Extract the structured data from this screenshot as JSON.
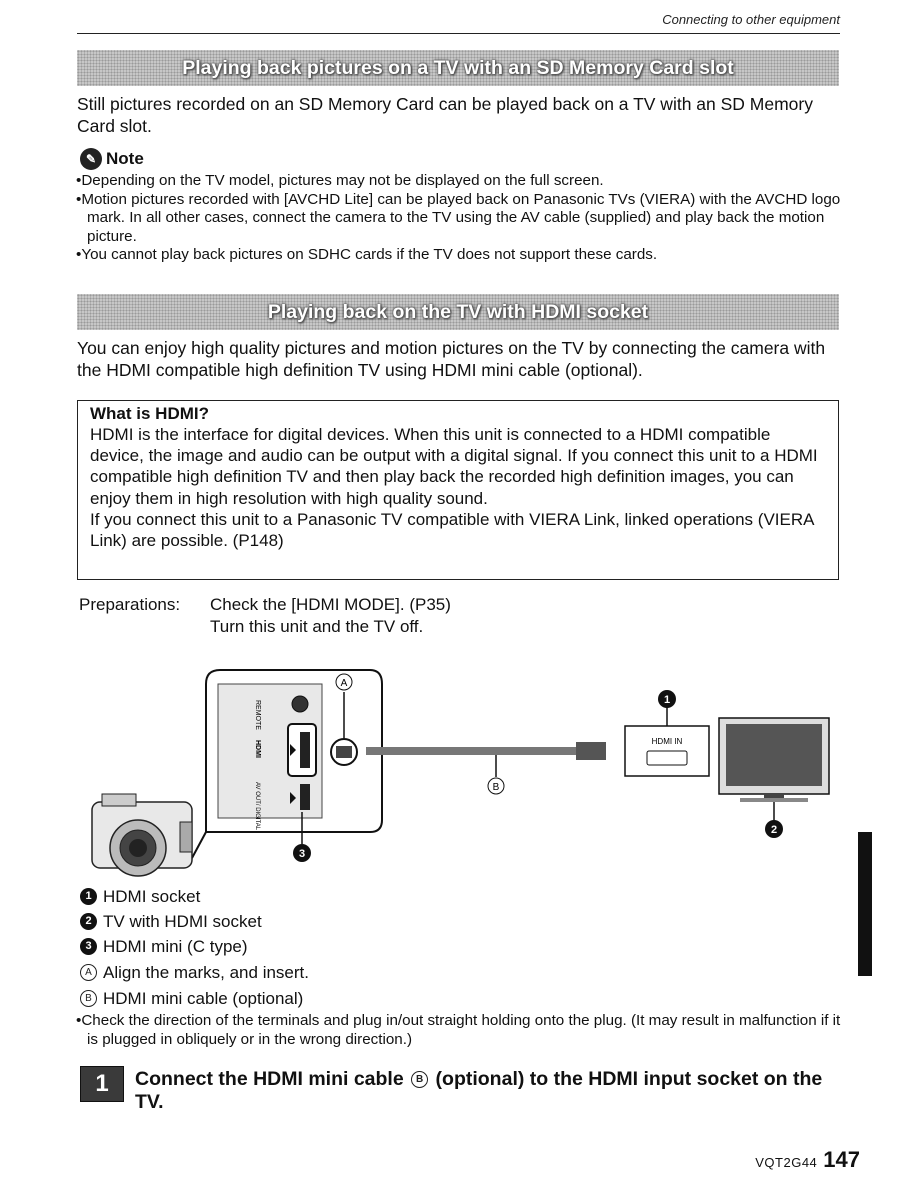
{
  "header": {
    "section": "Connecting to other equipment"
  },
  "section1": {
    "title": "Playing back pictures on a TV with an SD Memory Card slot",
    "body": "Still pictures recorded on an SD Memory Card can be played back on a TV with an SD Memory Card slot."
  },
  "note": {
    "title": "Note",
    "items": [
      "Depending on the TV model, pictures may not be displayed on the full screen.",
      "Motion pictures recorded with [AVCHD Lite] can be played back on Panasonic TVs (VIERA) with the AVCHD logo mark. In all other cases, connect the camera to the TV using the AV cable (supplied) and play back the motion picture.",
      "You cannot play back pictures on SDHC cards if the TV does not support these cards."
    ]
  },
  "section2": {
    "title": "Playing back on the TV with HDMI socket",
    "body": "You can enjoy high quality pictures and motion pictures on the TV by connecting the camera with the HDMI compatible high definition TV using HDMI mini cable (optional)."
  },
  "hdmi_box": {
    "title": "What is HDMI?",
    "para1": "HDMI is the interface for digital devices. When this unit is connected to a HDMI compatible device, the image and audio can be output with a digital signal. If you connect this unit to a HDMI compatible high definition TV and then play back the recorded high definition images, you can enjoy them in high resolution with high quality sound.",
    "para2": "If you connect this unit to a Panasonic TV compatible with VIERA Link, linked operations (VIERA Link) are possible. (P148)"
  },
  "preparations": {
    "label": "Preparations:",
    "line1": "Check the [HDMI MODE]. (P35)",
    "line2": "Turn this unit and the TV off."
  },
  "diagram": {
    "label_a": "A",
    "label_b": "B",
    "num1": "1",
    "num2": "2",
    "num3": "3",
    "hdmi_in": "HDMI IN",
    "port_remote": "REMOTE",
    "port_hdmi": "HDMI",
    "port_av": "AV OUT/ DIGITAL"
  },
  "legend": [
    {
      "mark": "1",
      "type": "num",
      "text": "HDMI socket"
    },
    {
      "mark": "2",
      "type": "num",
      "text": "TV with HDMI socket"
    },
    {
      "mark": "3",
      "type": "num",
      "text": "HDMI mini (C type)"
    },
    {
      "mark": "A",
      "type": "letter",
      "text": "Align the marks, and insert."
    },
    {
      "mark": "B",
      "type": "letter",
      "text": "HDMI mini cable (optional)"
    }
  ],
  "caution": "Check the direction of the terminals and plug in/out straight holding onto the plug. (It may result in malfunction if it is plugged in obliquely or in the wrong direction.)",
  "step": {
    "number": "1",
    "text_before": "Connect the HDMI mini cable ",
    "mark": "B",
    "text_after": " (optional) to the HDMI input socket on the TV."
  },
  "footer": {
    "code": "VQT2G44",
    "page": "147"
  }
}
